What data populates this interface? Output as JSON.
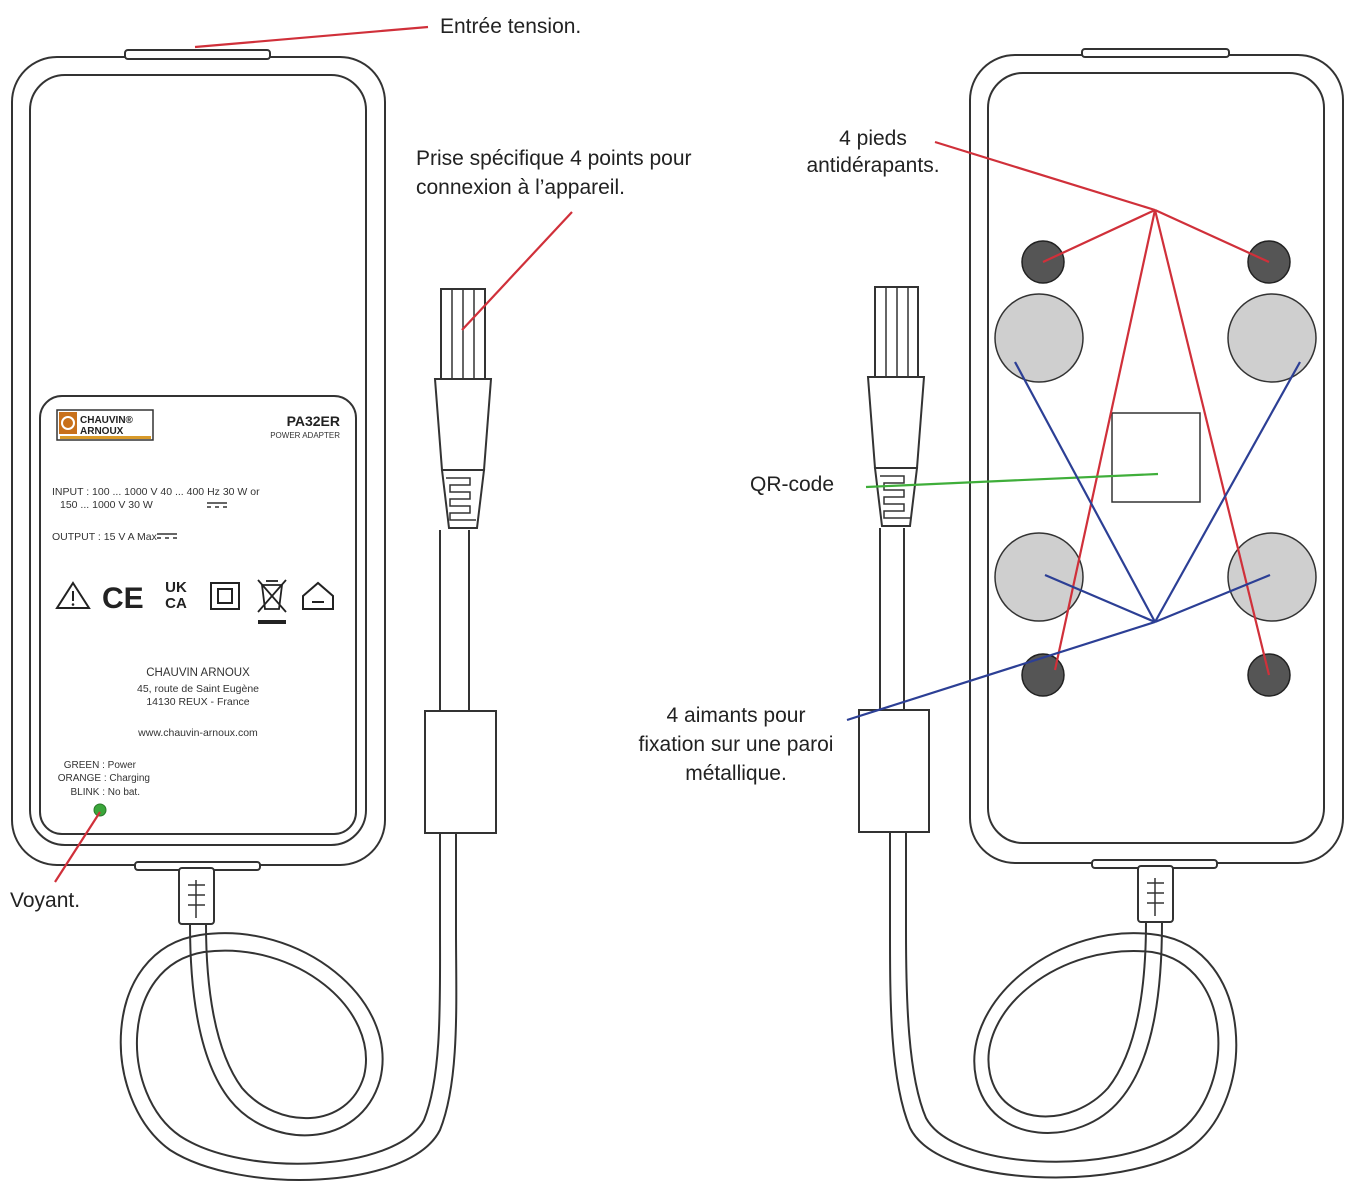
{
  "callouts": {
    "voltage_input": "Entrée tension.",
    "connector": [
      "Prise spécifique 4 points pour",
      "connexion à l’appareil."
    ],
    "feet": [
      "4 pieds",
      "antidérapants."
    ],
    "qr": "QR-code",
    "magnets": [
      "4 aimants pour",
      "fixation sur une paroi",
      "métallique."
    ],
    "led": "Voyant."
  },
  "label": {
    "brand_top": "CHAUVIN®",
    "brand_bottom": "ARNOUX",
    "model": "PA32ER",
    "model_sub": "POWER ADAPTER",
    "input_line1": "INPUT :  100 ... 1000 V       40 ... 400 Hz 30 W or",
    "input_line2": "150 ... 1000 V          30 W",
    "output_line": "OUTPUT :  15 V        A Max",
    "company": "CHAUVIN ARNOUX",
    "address1": "45, route de Saint Eugène",
    "address2": "14130 REUX - France",
    "website": "www.chauvin-arnoux.com",
    "led_green": "GREEN : Power",
    "led_orange": "ORANGE : Charging",
    "led_blink": "BLINK : No bat.",
    "ce": "CE",
    "ukca_top": "UK",
    "ukca_bottom": "CA"
  },
  "colors": {
    "red_leader": "#d0303a",
    "blue_leader": "#2c3f95",
    "green_leader": "#3fae3a",
    "led": "#3aa63a",
    "magnet": "#cfcfcf",
    "foot": "#555555"
  },
  "icons": [
    "warning-icon",
    "double-insulation-icon",
    "weee-bin-icon",
    "indoor-use-icon"
  ]
}
